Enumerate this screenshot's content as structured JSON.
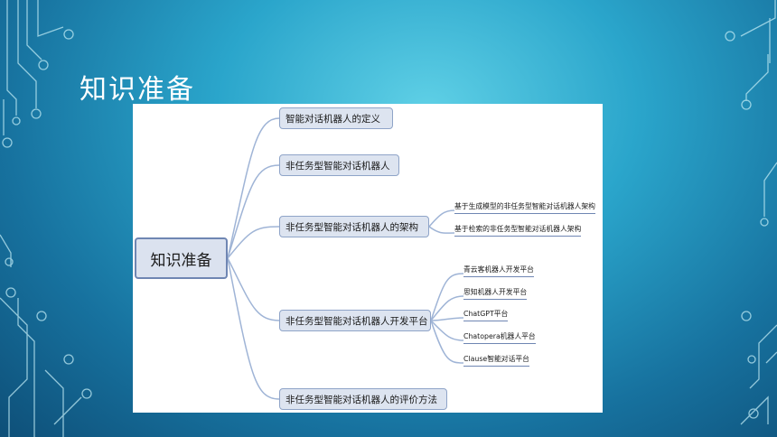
{
  "slide": {
    "title": "知识准备"
  },
  "mindmap": {
    "root": "知识准备",
    "branches": [
      {
        "label": "智能对话机器人的定义",
        "children": []
      },
      {
        "label": "非任务型智能对话机器人",
        "children": []
      },
      {
        "label": "非任务型智能对话机器人的架构",
        "children": [
          "基于生成模型的非任务型智能对话机器人架构",
          "基于检索的非任务型智能对话机器人架构"
        ]
      },
      {
        "label": "非任务型智能对话机器人开发平台",
        "children": [
          "青云客机器人开发平台",
          "思知机器人开发平台",
          "ChatGPT平台",
          "Chatopera机器人平台",
          "Clause智能对话平台"
        ]
      },
      {
        "label": "非任务型智能对话机器人的评价方法",
        "children": []
      }
    ]
  },
  "colors": {
    "node_fill": "#dde4f0",
    "node_border": "#8fa4c8",
    "connector": "#9fb4d6",
    "background_accent": "#2aa5cb"
  }
}
